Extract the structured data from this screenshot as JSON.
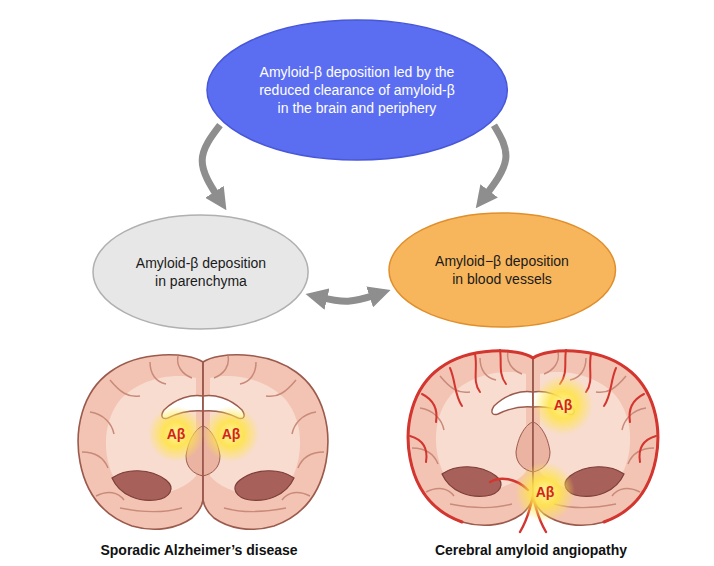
{
  "diagram": {
    "nodes": [
      {
        "text": [
          "Amyloid-β deposition led by the reduced clearance of amyloid-β in the brain and periphery"
        ]
      },
      {
        "text": [
          "Amyloid-β deposition in parenchyma"
        ]
      },
      {
        "text": [
          "Amyloid−β deposition in blood vessels"
        ]
      }
    ],
    "edges": [
      {
        "from": 0,
        "to": 1,
        "arrow": "to"
      },
      {
        "from": 0,
        "to": 2,
        "arrow": "to"
      },
      {
        "from": 1,
        "to": 2,
        "arrow": "both"
      }
    ],
    "labels": [
      "Aβ",
      "Aβ",
      "Aβ",
      "Aβ",
      "Sporadic Alzheimer’s disease",
      "Cerebral amyloid angiopathy"
    ]
  }
}
